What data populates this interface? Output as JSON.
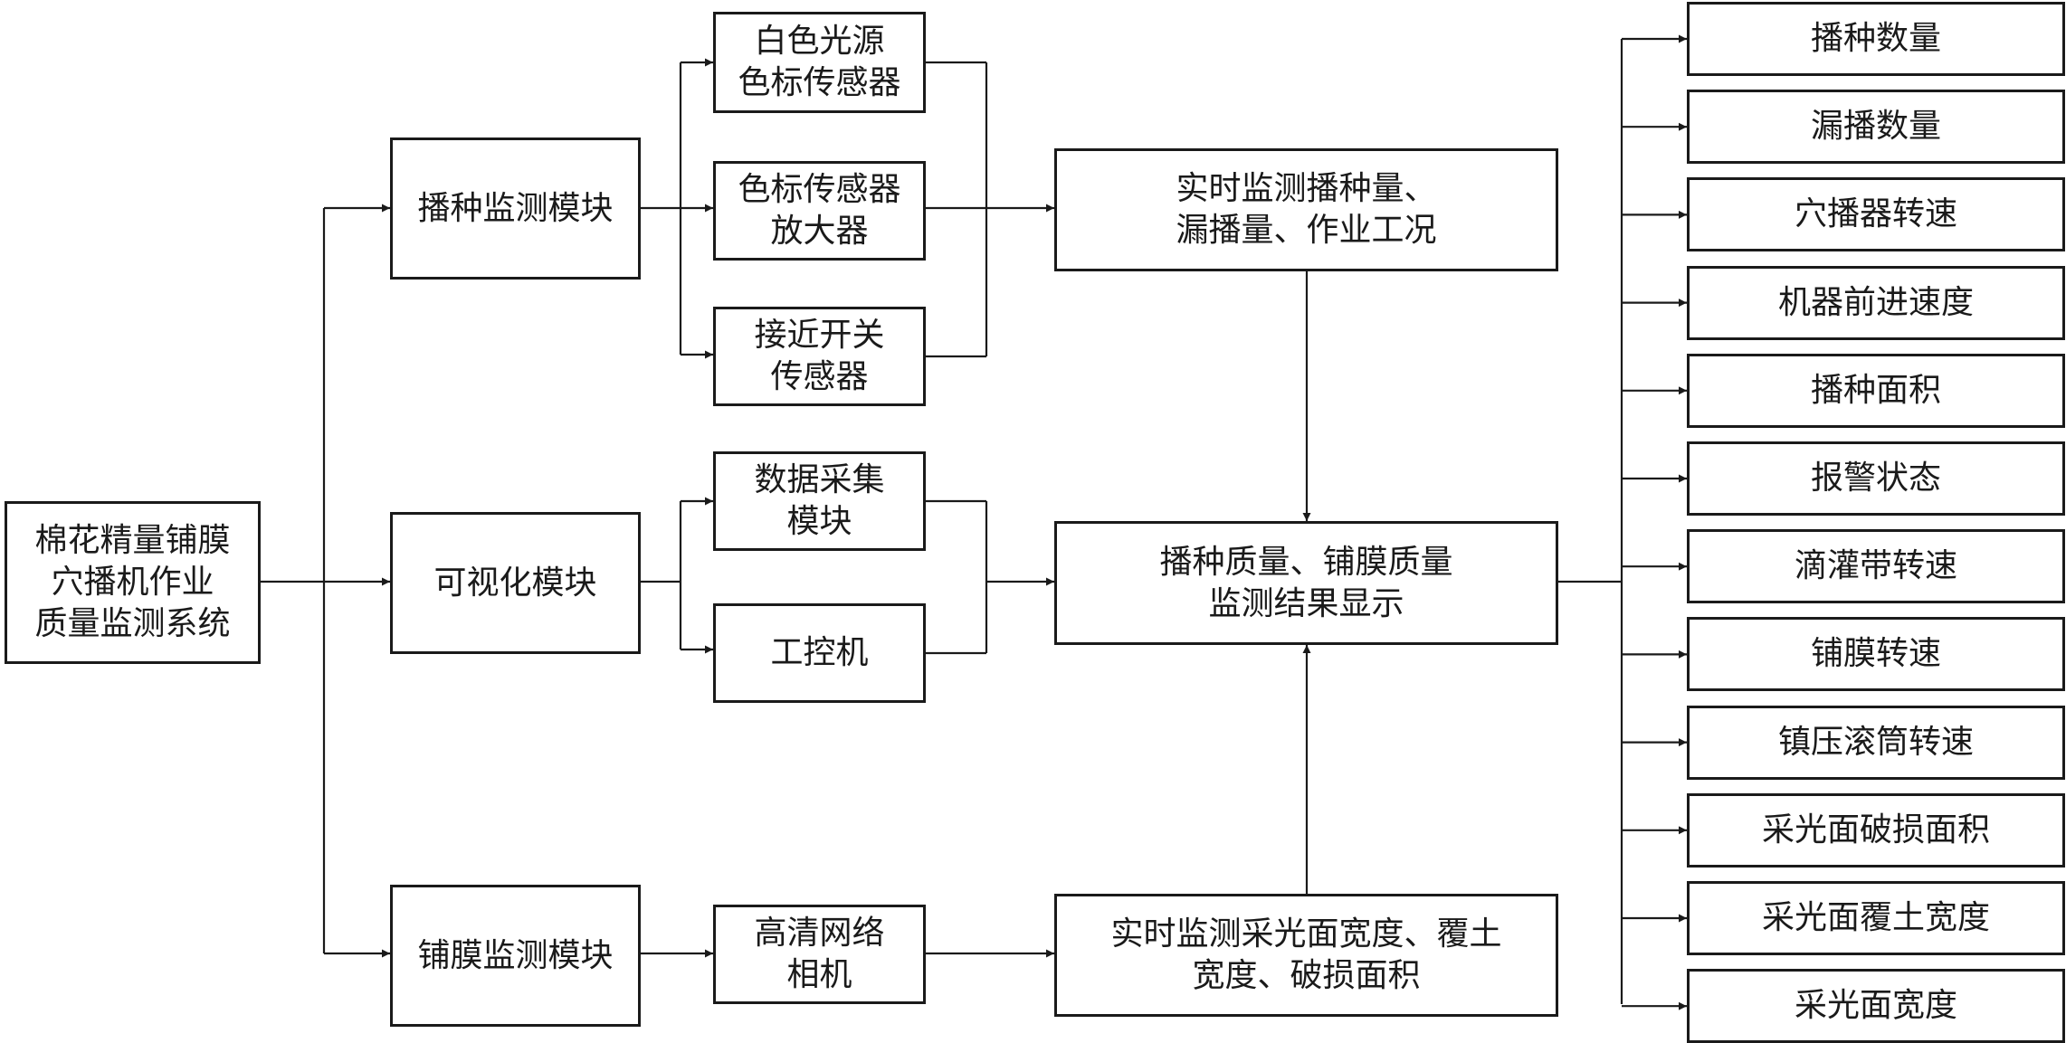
{
  "root": {
    "label": "棉花精量铺膜\n穴播机作业\n质量监测系统"
  },
  "modules": {
    "sowing": "播种监测模块",
    "visual": "可视化模块",
    "film": "铺膜监测模块"
  },
  "sensors": {
    "white_light": "白色光源\n色标传感器",
    "amplifier": "色标传感器\n放大器",
    "proximity": "接近开关\n传感器",
    "daq": "数据采集\n模块",
    "ipc": "工控机",
    "camera": "高清网络\n相机"
  },
  "processes": {
    "sowing_monitor": "实时监测播种量、\n漏播量、作业工况",
    "display": "播种质量、铺膜质量\n监测结果显示",
    "film_monitor": "实时监测采光面宽度、覆土\n宽度、破损面积"
  },
  "outputs": [
    "播种数量",
    "漏播数量",
    "穴播器转速",
    "机器前进速度",
    "播种面积",
    "报警状态",
    "滴灌带转速",
    "铺膜转速",
    "镇压滚筒转速",
    "采光面破损面积",
    "采光面覆土宽度",
    "采光面宽度"
  ],
  "colors": {
    "stroke": "#1a1a1a",
    "background": "#ffffff"
  }
}
